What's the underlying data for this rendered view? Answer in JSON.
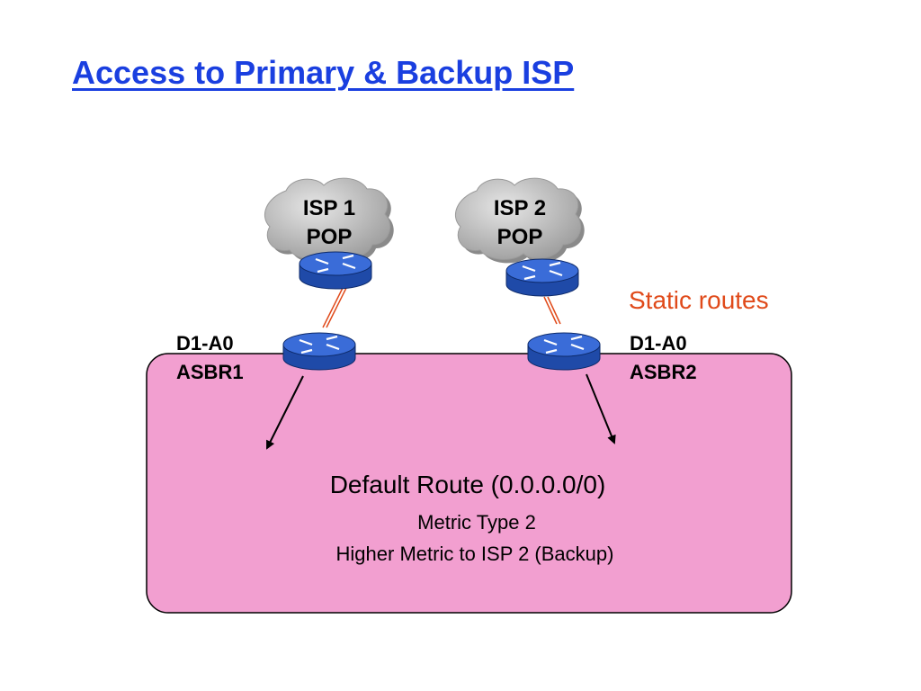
{
  "title": "Access to Primary & Backup ISP",
  "isp1": {
    "line1": "ISP 1",
    "line2": "POP"
  },
  "isp2": {
    "line1": "ISP 2",
    "line2": "POP"
  },
  "static_routes_label": "Static routes",
  "asbr1": {
    "line1": "D1-A0",
    "line2": "ASBR1"
  },
  "asbr2": {
    "line1": "D1-A0",
    "line2": "ASBR2"
  },
  "area": {
    "heading": "Default Route (0.0.0.0/0)",
    "line1": "Metric Type 2",
    "line2": "Higher Metric to ISP 2 (Backup)"
  },
  "colors": {
    "title": "#1a3fe0",
    "area_fill": "#f29fd0",
    "router_top": "#3a6cd8",
    "router_side": "#1f4aa8",
    "cloud": "#bdbdbd",
    "static_link": "#e04a1a",
    "static_label": "#e04a1a"
  },
  "icons": [
    "cloud-icon",
    "router-icon",
    "arrow-icon"
  ]
}
